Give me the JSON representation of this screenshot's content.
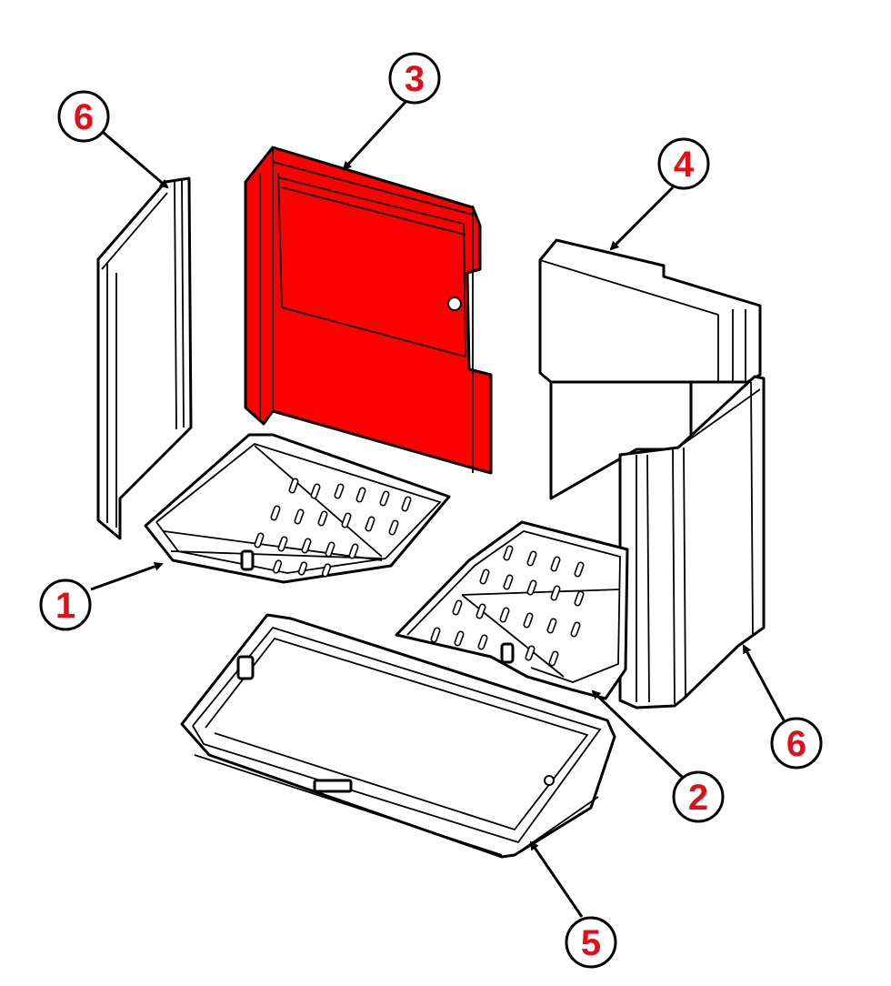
{
  "diagram": {
    "colors": {
      "highlight": "#ff0000",
      "callout_text": "#e0101a",
      "outline": "#000000",
      "background": "#ffffff"
    },
    "callouts": [
      {
        "id": "callout-1",
        "label": "1"
      },
      {
        "id": "callout-2",
        "label": "2"
      },
      {
        "id": "callout-3",
        "label": "3"
      },
      {
        "id": "callout-4",
        "label": "4"
      },
      {
        "id": "callout-5",
        "label": "5"
      },
      {
        "id": "callout-6-left",
        "label": "6"
      },
      {
        "id": "callout-6-right",
        "label": "6"
      }
    ],
    "parts": [
      {
        "name": "side-panel-left",
        "callout": "6"
      },
      {
        "name": "back-panel",
        "callout": "3",
        "highlighted": true
      },
      {
        "name": "baffle",
        "callout": "4"
      },
      {
        "name": "grate-left",
        "callout": "1"
      },
      {
        "name": "grate-right",
        "callout": "2"
      },
      {
        "name": "ash-pan",
        "callout": "5"
      },
      {
        "name": "side-panel-right",
        "callout": "6"
      }
    ]
  }
}
